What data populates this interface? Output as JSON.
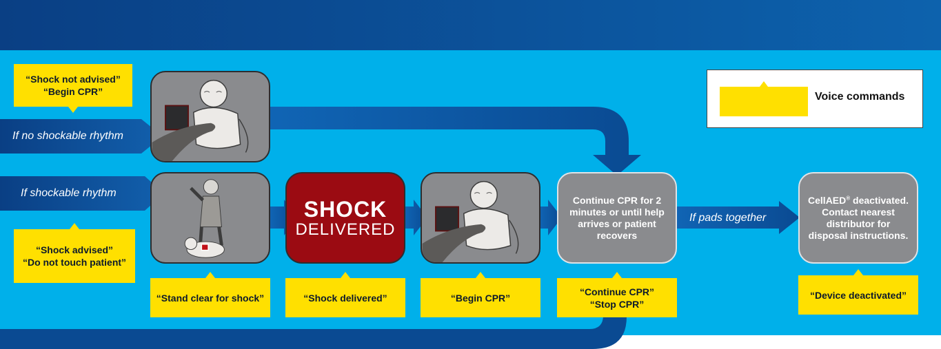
{
  "legend": {
    "label": "Voice commands"
  },
  "arrows": {
    "no_shockable": "If no shockable rhythm",
    "shockable": "If shockable rhythm",
    "pads_together": "If pads together"
  },
  "notes": {
    "shock_not_advised": [
      "“Shock not advised”",
      "“Begin CPR”"
    ],
    "shock_advised": [
      "“Shock advised”",
      "“Do not touch patient”"
    ],
    "stand_clear": "“Stand clear for shock”",
    "shock_delivered": "“Shock delivered”",
    "begin_cpr": "“Begin CPR”",
    "continue_stop": [
      "“Continue CPR”",
      "“Stop CPR”"
    ],
    "device_deactivated": "“Device deactivated”"
  },
  "panels": {
    "shock": {
      "line1": "SHOCK",
      "line2": "DELIVERED"
    },
    "continue_cpr": "Continue CPR for 2 minutes or until help arrives or patient recovers",
    "deactivated": {
      "brand": "CellAED",
      "registered": "®",
      "rest": " deactivated. Contact nearest distributor for disposal instructions."
    }
  },
  "colors": {
    "background": "#00b0ea",
    "header": "#0d62ad",
    "arrow": "#0d4d92",
    "note": "#ffe000",
    "panel": "#8a8b8e",
    "shock": "#9b0b12"
  },
  "icons": {
    "scene_cpr_top": "child-cpr-illustration",
    "scene_stand_clear": "stand-clear-illustration",
    "scene_begin_cpr": "child-cpr-illustration"
  }
}
